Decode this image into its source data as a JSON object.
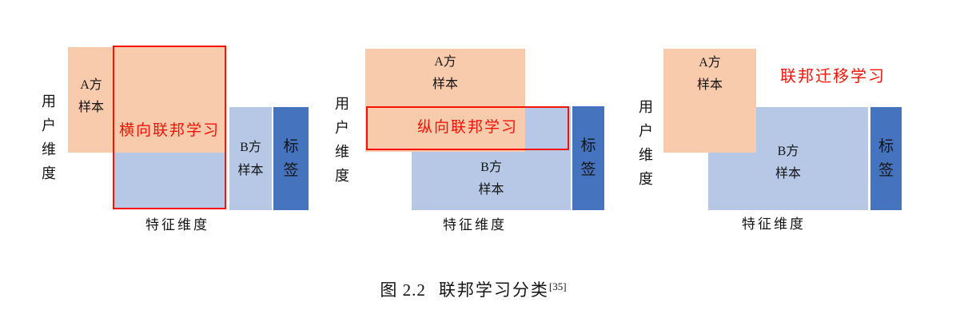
{
  "figure": {
    "caption": {
      "figure_number": "图 2.2",
      "title": "联邦学习分类",
      "reference": "[35]"
    },
    "panels": [
      {
        "key": "horizontal-federated-learning",
        "user_axis_label": "用\n户\n维\n度",
        "feature_axis_label": "特征维度",
        "party_a_label": "A方\n样本",
        "party_b_label": "B方\n样本",
        "tag_label": "标\n签",
        "highlight_label": "横向联邦学习"
      },
      {
        "key": "vertical-federated-learning",
        "user_axis_label": "用\n户\n维\n度",
        "feature_axis_label": "特征维度",
        "party_a_label": "A方\n样本",
        "party_b_label": "B方\n样本",
        "tag_label": "标\n签",
        "highlight_label": "纵向联邦学习"
      },
      {
        "key": "federated-transfer-learning",
        "user_axis_label": "用\n户\n维\n度",
        "feature_axis_label": "特征维度",
        "party_a_label": "A方\n样本",
        "party_b_label": "B方\n样本",
        "tag_label": "标\n签",
        "highlight_label": "联邦迁移学习"
      }
    ]
  },
  "colors": {
    "party_a_fill": "#F8CBAD",
    "party_b_fill": "#B6C8E6",
    "tag_fill": "#4573BE",
    "highlight_red": "#F81205",
    "text_color": "#141414"
  }
}
